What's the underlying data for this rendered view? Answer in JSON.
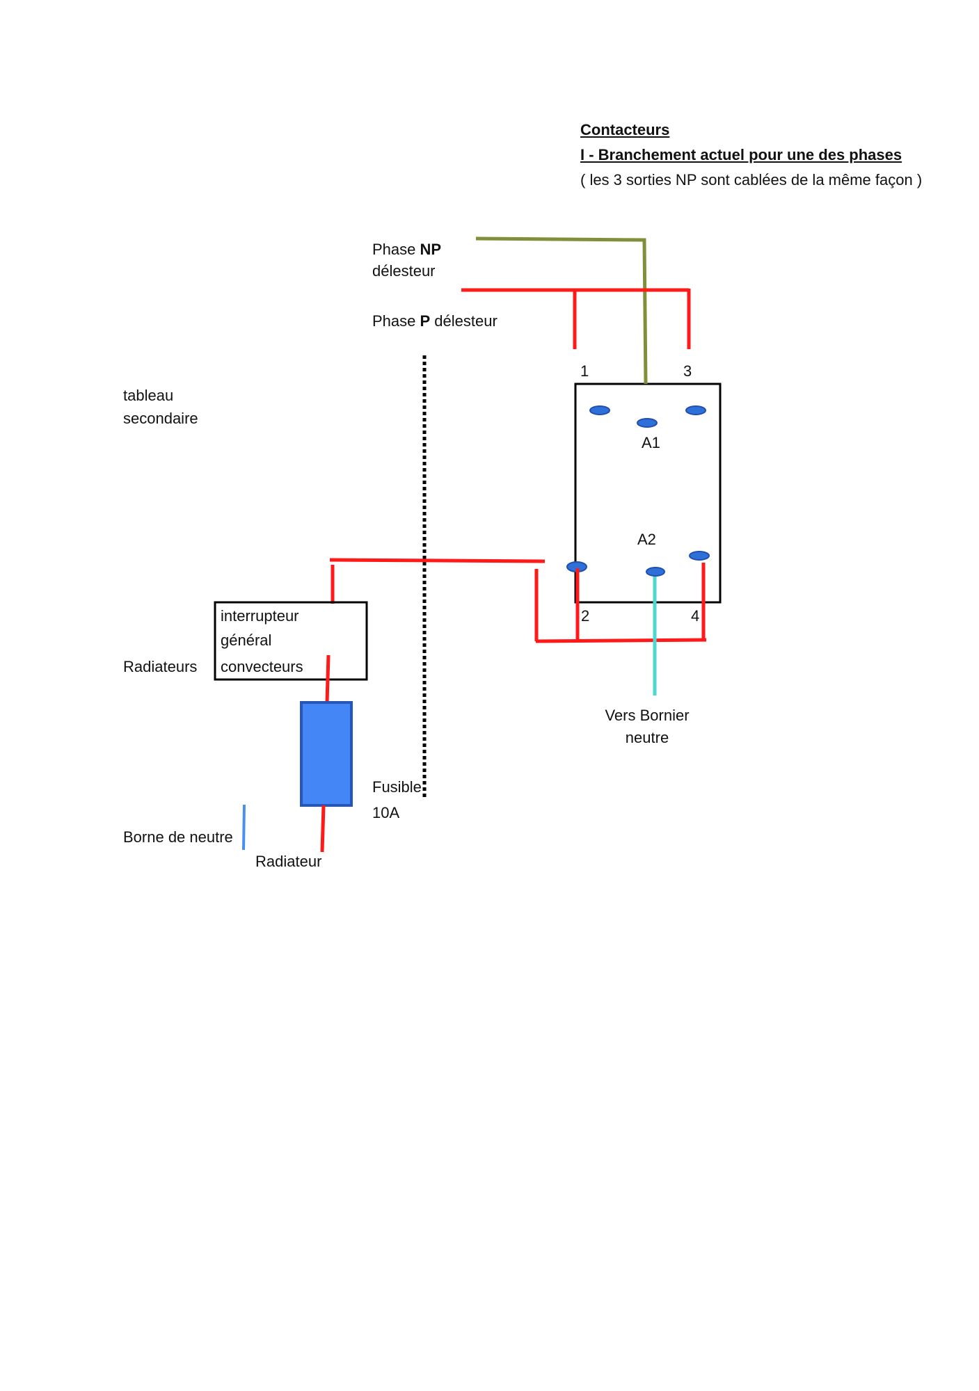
{
  "header": {
    "title": "Contacteurs",
    "subtitle": "I - Branchement actuel pour une des phases",
    "note": "( les 3 sorties NP sont cablées de la même façon )"
  },
  "labels": {
    "phase_np_prefix": "Phase ",
    "phase_np_bold": "NP",
    "phase_np_line2": "délesteur",
    "phase_p_prefix": "Phase ",
    "phase_p_bold": "P",
    "phase_p_suffix": " délesteur",
    "tableau_line1": "tableau",
    "tableau_line2": "secondaire",
    "radiateurs": "Radiateurs",
    "borne_neutre": "Borne de neutre",
    "radiateur": "Radiateur",
    "fusible_line1": "Fusible",
    "fusible_line2": "10A",
    "vers_bornier_line1": "Vers Bornier",
    "vers_bornier_line2": "neutre"
  },
  "contactor": {
    "terminal_1": "1",
    "terminal_3": "3",
    "terminal_2": "2",
    "terminal_4": "4",
    "coil_a1": "A1",
    "coil_a2": "A2"
  },
  "switch_box": {
    "line1": "interrupteur",
    "line2": "général",
    "line3": "convecteurs"
  },
  "colors": {
    "phase_wire": "#ff1a1a",
    "np_wire": "#7f8f3a",
    "neutral_wire_cyan": "#4fd6d0",
    "neutral_wire_blue": "#4a8ef0",
    "terminal": "#2f6fd8",
    "fuse_fill": "#4486f5",
    "fuse_border": "#2556b8",
    "outline": "#000000"
  }
}
